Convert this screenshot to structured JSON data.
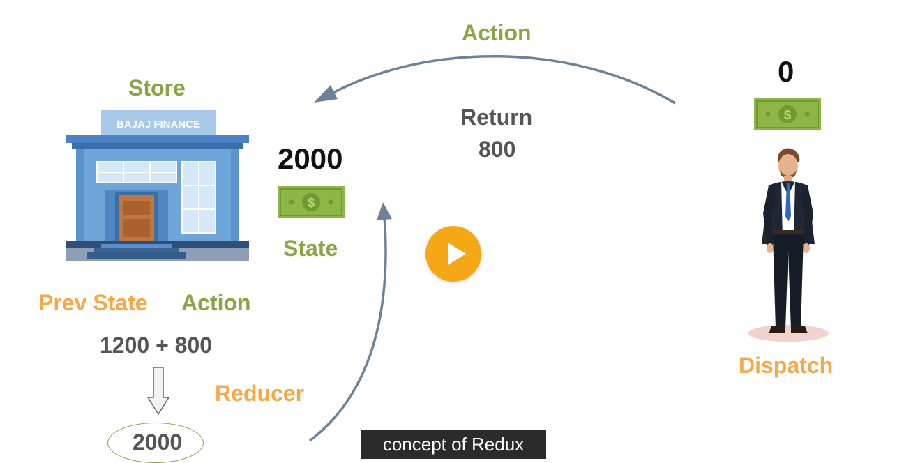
{
  "labels": {
    "store": "Store",
    "bank_sign": "BAJAJ FINANCE",
    "state_amount": "2000",
    "state": "State",
    "action_top": "Action",
    "return_label": "Return",
    "return_amount": "800",
    "dispatch_amount": "0",
    "dispatch": "Dispatch",
    "prev_state": "Prev State",
    "action_bottom": "Action",
    "equation": "1200 + 800",
    "result": "2000",
    "reducer": "Reducer"
  },
  "caption": "concept of Redux",
  "colors": {
    "green": "#8aa446",
    "orange": "#f5a845",
    "arrow": "#6b8299",
    "play": "#f4a815"
  },
  "icons": [
    "bank-building-icon",
    "dollar-bill-icon",
    "businessman-icon",
    "play-icon",
    "down-arrow-icon"
  ]
}
